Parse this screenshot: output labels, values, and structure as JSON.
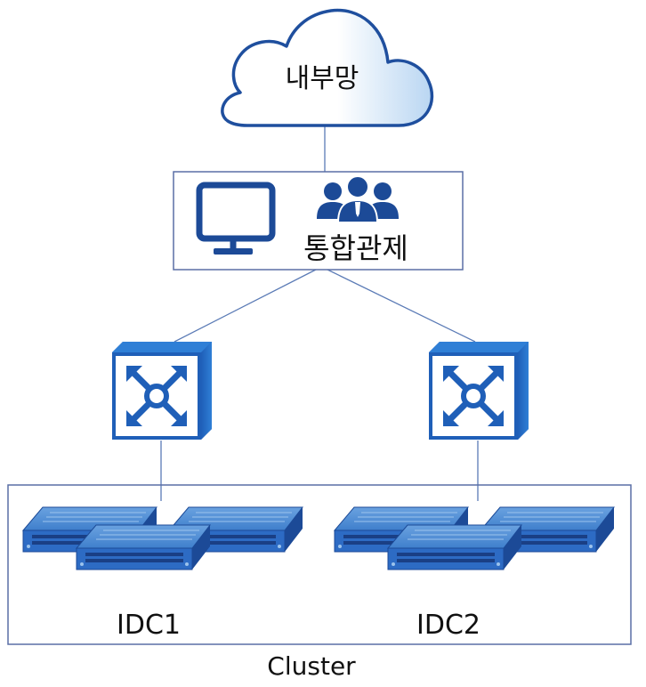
{
  "colors": {
    "line": "#5b7bb6",
    "box_border": "#5a6fa6",
    "blue_dark": "#1c4a97",
    "blue_mid": "#2d6bc4",
    "blue_light": "#9cc3ec",
    "text": "#111111"
  },
  "cloud": {
    "label": "내부망",
    "icon": "cloud-icon"
  },
  "control": {
    "label": "통합관제",
    "icons": [
      "monitor-icon",
      "users-icon"
    ]
  },
  "switches": [
    {
      "icon": "network-switch-icon"
    },
    {
      "icon": "network-switch-icon"
    }
  ],
  "cluster": {
    "label": "Cluster",
    "groups": [
      {
        "label": "IDC1",
        "icon": "server-rack-icon"
      },
      {
        "label": "IDC2",
        "icon": "server-rack-icon"
      }
    ]
  }
}
